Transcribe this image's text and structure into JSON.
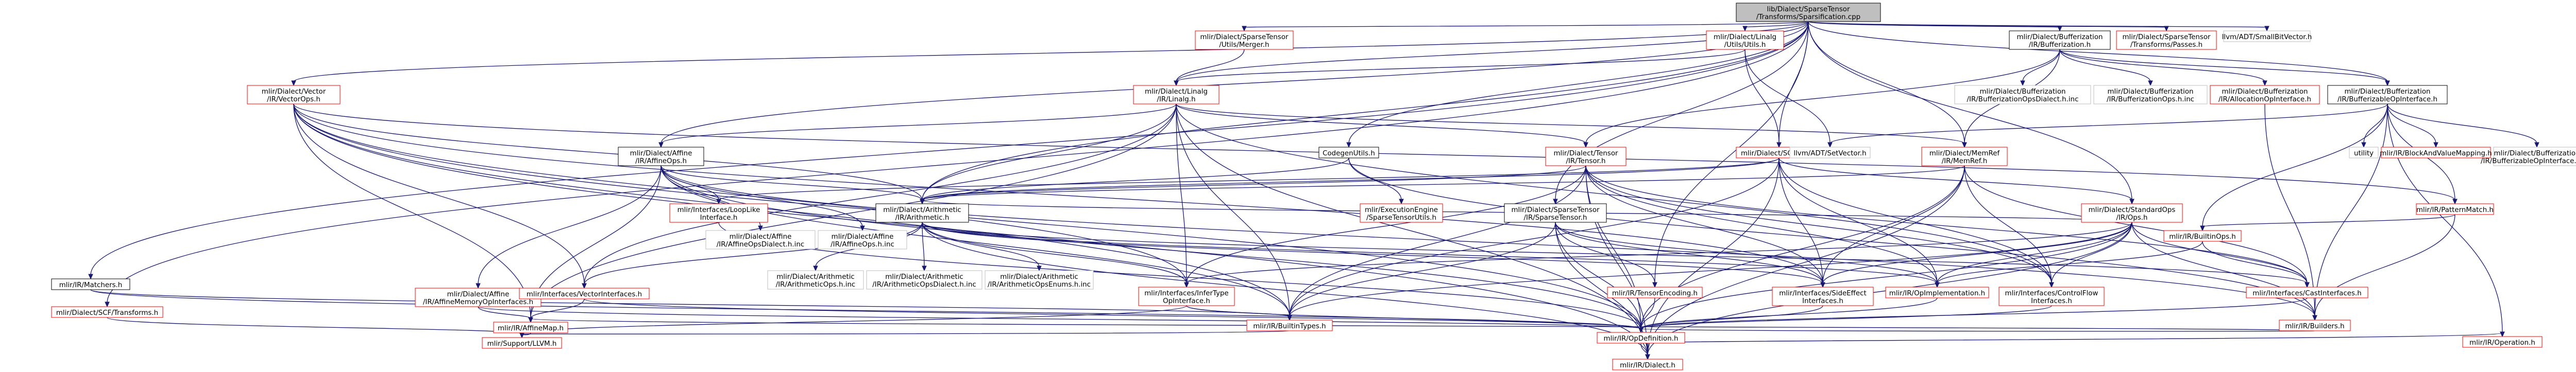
{
  "colors": {
    "node_fill": "#ffffff",
    "root_fill": "#bfbfbf",
    "border_default": "#000000",
    "border_linked": "#ff0000",
    "border_plain": "#bfbfbf",
    "text_default": "#000000",
    "edge": "#191970"
  },
  "nodes": [
    {
      "id": "root",
      "lines": [
        "lib/Dialect/SparseTensor",
        "/Transforms/Sparsification.cpp"
      ],
      "style": "root"
    },
    {
      "id": "matchers",
      "lines": [
        "mlir/IR/Matchers.h"
      ],
      "style": "default"
    },
    {
      "id": "scf-transforms",
      "lines": [
        "mlir/Dialect/SCF/Transforms.h"
      ],
      "style": "linked"
    },
    {
      "id": "vector-ops",
      "lines": [
        "mlir/Dialect/Vector",
        "/IR/VectorOps.h"
      ],
      "style": "linked"
    },
    {
      "id": "affine-ops",
      "lines": [
        "mlir/Dialect/Affine",
        "/IR/AffineOps.h"
      ],
      "style": "default"
    },
    {
      "id": "affine-ops-dialect-inc",
      "lines": [
        "mlir/Dialect/Affine",
        "/IR/AffineOpsDialect.h.inc"
      ],
      "style": "plain"
    },
    {
      "id": "affine-ops-inc",
      "lines": [
        "mlir/Dialect/Affine",
        "/IR/AffineOps.h.inc"
      ],
      "style": "plain"
    },
    {
      "id": "affine-memory-op-interfaces",
      "lines": [
        "mlir/Dialect/Affine",
        "/IR/AffineMemoryOpInterfaces.h"
      ],
      "style": "linked"
    },
    {
      "id": "affine-map",
      "lines": [
        "mlir/IR/AffineMap.h"
      ],
      "style": "linked"
    },
    {
      "id": "support-llvm",
      "lines": [
        "mlir/Support/LLVM.h"
      ],
      "style": "linked"
    },
    {
      "id": "sparse-tensor-merger",
      "lines": [
        "mlir/Dialect/SparseTensor",
        "/Utils/Merger.h"
      ],
      "style": "linked"
    },
    {
      "id": "linalg",
      "lines": [
        "mlir/Dialect/Linalg",
        "/IR/Linalg.h"
      ],
      "style": "linked"
    },
    {
      "id": "loop-like-interface",
      "lines": [
        "mlir/Interfaces/LoopLike",
        "Interface.h"
      ],
      "style": "linked"
    },
    {
      "id": "vector-interfaces",
      "lines": [
        "mlir/Interfaces/VectorInterfaces.h"
      ],
      "style": "linked"
    },
    {
      "id": "arithmetic",
      "lines": [
        "mlir/Dialect/Arithmetic",
        "/IR/Arithmetic.h"
      ],
      "style": "default"
    },
    {
      "id": "arith-ops-inc",
      "lines": [
        "mlir/Dialect/Arithmetic",
        "/IR/ArithmeticOps.h.inc"
      ],
      "style": "plain"
    },
    {
      "id": "arith-ops-dialect-inc",
      "lines": [
        "mlir/Dialect/Arithmetic",
        "/IR/ArithmeticOpsDialect.h.inc"
      ],
      "style": "plain"
    },
    {
      "id": "arith-ops-enums-inc",
      "lines": [
        "mlir/Dialect/Arithmetic",
        "/IR/ArithmeticOpsEnums.h.inc"
      ],
      "style": "plain"
    },
    {
      "id": "infer-type-op-interface",
      "lines": [
        "mlir/Interfaces/InferType",
        "OpInterface.h"
      ],
      "style": "linked"
    },
    {
      "id": "builtin-types",
      "lines": [
        "mlir/IR/BuiltinTypes.h"
      ],
      "style": "linked"
    },
    {
      "id": "codegen-utils",
      "lines": [
        "CodegenUtils.h"
      ],
      "style": "default"
    },
    {
      "id": "execution-engine",
      "lines": [
        "mlir/ExecutionEngine",
        "/SparseTensorUtils.h"
      ],
      "style": "linked"
    },
    {
      "id": "tensor",
      "lines": [
        "mlir/Dialect/Tensor",
        "/IR/Tensor.h"
      ],
      "style": "linked"
    },
    {
      "id": "sparse-tensor",
      "lines": [
        "mlir/Dialect/SparseTensor",
        "/IR/SparseTensor.h"
      ],
      "style": "default"
    },
    {
      "id": "tensor-encoding",
      "lines": [
        "mlir/IR/TensorEncoding.h"
      ],
      "style": "linked"
    },
    {
      "id": "op-definition",
      "lines": [
        "mlir/IR/OpDefinition.h"
      ],
      "style": "linked"
    },
    {
      "id": "dialect",
      "lines": [
        "mlir/IR/Dialect.h"
      ],
      "style": "linked"
    },
    {
      "id": "linalg-utils",
      "lines": [
        "mlir/Dialect/Linalg",
        "/Utils/Utils.h"
      ],
      "style": "linked"
    },
    {
      "id": "scf",
      "lines": [
        "mlir/Dialect/SCF/SCF.h"
      ],
      "style": "linked"
    },
    {
      "id": "side-effect-interfaces",
      "lines": [
        "mlir/Interfaces/SideEffect",
        "Interfaces.h"
      ],
      "style": "linked"
    },
    {
      "id": "op-implementation",
      "lines": [
        "mlir/IR/OpImplementation.h"
      ],
      "style": "linked"
    },
    {
      "id": "memref",
      "lines": [
        "mlir/Dialect/MemRef",
        "/IR/MemRef.h"
      ],
      "style": "linked"
    },
    {
      "id": "llvm-set-vector",
      "lines": [
        "llvm/ADT/SetVector.h"
      ],
      "style": "plain"
    },
    {
      "id": "standard-ops",
      "lines": [
        "mlir/Dialect/StandardOps",
        "/IR/Ops.h"
      ],
      "style": "linked"
    },
    {
      "id": "control-flow-interfaces",
      "lines": [
        "mlir/Interfaces/ControlFlow",
        "Interfaces.h"
      ],
      "style": "linked"
    },
    {
      "id": "builtin-ops",
      "lines": [
        "mlir/IR/BuiltinOps.h"
      ],
      "style": "linked"
    },
    {
      "id": "cast-interfaces",
      "lines": [
        "mlir/Interfaces/CastInterfaces.h"
      ],
      "style": "linked"
    },
    {
      "id": "builders",
      "lines": [
        "mlir/IR/Builders.h"
      ],
      "style": "linked"
    },
    {
      "id": "bufferization",
      "lines": [
        "mlir/Dialect/Bufferization",
        "/IR/Bufferization.h"
      ],
      "style": "default"
    },
    {
      "id": "bufferization-ops-dialect-inc",
      "lines": [
        "mlir/Dialect/Bufferization",
        "/IR/BufferizationOpsDialect.h.inc"
      ],
      "style": "plain"
    },
    {
      "id": "bufferization-ops-inc",
      "lines": [
        "mlir/Dialect/Bufferization",
        "/IR/BufferizationOps.h.inc"
      ],
      "style": "plain"
    },
    {
      "id": "allocation-op-interface",
      "lines": [
        "mlir/Dialect/Bufferization",
        "/IR/AllocationOpInterface.h"
      ],
      "style": "linked"
    },
    {
      "id": "bufferizable-op-interface",
      "lines": [
        "mlir/Dialect/Bufferization",
        "/IR/BufferizableOpInterface.h"
      ],
      "style": "default"
    },
    {
      "id": "utility",
      "lines": [
        "utility"
      ],
      "style": "plain"
    },
    {
      "id": "block-and-value-mapping",
      "lines": [
        "mlir/IR/BlockAndValueMapping.h"
      ],
      "style": "linked"
    },
    {
      "id": "bufferizable-op-interface-inc",
      "lines": [
        "mlir/Dialect/Bufferization",
        "/IR/BufferizableOpInterface.h.inc"
      ],
      "style": "plain"
    },
    {
      "id": "pattern-match",
      "lines": [
        "mlir/IR/PatternMatch.h"
      ],
      "style": "linked"
    },
    {
      "id": "operation",
      "lines": [
        "mlir/IR/Operation.h"
      ],
      "style": "linked"
    },
    {
      "id": "sparse-tensor-passes",
      "lines": [
        "mlir/Dialect/SparseTensor",
        "/Transforms/Passes.h"
      ],
      "style": "linked"
    },
    {
      "id": "small-bit-vector",
      "lines": [
        "llvm/ADT/SmallBitVector.h"
      ],
      "style": "plain"
    }
  ],
  "edges": [
    [
      "root",
      "matchers"
    ],
    [
      "root",
      "scf-transforms"
    ],
    [
      "root",
      "vector-ops"
    ],
    [
      "root",
      "affine-ops"
    ],
    [
      "root",
      "sparse-tensor-merger"
    ],
    [
      "root",
      "linalg"
    ],
    [
      "root",
      "arithmetic"
    ],
    [
      "root",
      "codegen-utils"
    ],
    [
      "root",
      "sparse-tensor"
    ],
    [
      "root",
      "tensor-encoding"
    ],
    [
      "root",
      "linalg-utils"
    ],
    [
      "root",
      "scf"
    ],
    [
      "root",
      "memref"
    ],
    [
      "root",
      "standard-ops"
    ],
    [
      "root",
      "bufferization"
    ],
    [
      "root",
      "bufferizable-op-interface"
    ],
    [
      "root",
      "sparse-tensor-passes"
    ],
    [
      "root",
      "small-bit-vector"
    ],
    [
      "matchers",
      "builtin-types"
    ],
    [
      "matchers",
      "op-definition"
    ],
    [
      "scf-transforms",
      "support-llvm"
    ],
    [
      "vector-ops",
      "affine-map"
    ],
    [
      "vector-ops",
      "vector-interfaces"
    ],
    [
      "vector-ops",
      "arithmetic"
    ],
    [
      "vector-ops",
      "infer-type-op-interface"
    ],
    [
      "vector-ops",
      "side-effect-interfaces"
    ],
    [
      "vector-ops",
      "builtin-types"
    ],
    [
      "vector-ops",
      "dialect"
    ],
    [
      "vector-ops",
      "op-definition"
    ],
    [
      "vector-ops",
      "pattern-match"
    ],
    [
      "affine-ops",
      "affine-ops-dialect-inc"
    ],
    [
      "affine-ops",
      "affine-ops-inc"
    ],
    [
      "affine-ops",
      "affine-memory-op-interfaces"
    ],
    [
      "affine-ops",
      "affine-map"
    ],
    [
      "affine-ops",
      "loop-like-interface"
    ],
    [
      "affine-ops",
      "arithmetic"
    ],
    [
      "affine-ops",
      "builders"
    ],
    [
      "affine-ops",
      "op-definition"
    ],
    [
      "affine-ops",
      "builtin-types"
    ],
    [
      "affine-memory-op-interfaces",
      "affine-map"
    ],
    [
      "affine-memory-op-interfaces",
      "op-definition"
    ],
    [
      "affine-map",
      "support-llvm"
    ],
    [
      "sparse-tensor-merger",
      "linalg"
    ],
    [
      "linalg",
      "affine-ops"
    ],
    [
      "linalg",
      "arithmetic"
    ],
    [
      "linalg",
      "tensor"
    ],
    [
      "linalg",
      "memref"
    ],
    [
      "linalg",
      "vector-interfaces"
    ],
    [
      "linalg",
      "infer-type-op-interface"
    ],
    [
      "linalg",
      "affine-map"
    ],
    [
      "linalg",
      "builtin-types"
    ],
    [
      "linalg",
      "dialect"
    ],
    [
      "linalg",
      "control-flow-interfaces"
    ],
    [
      "loop-like-interface",
      "op-definition"
    ],
    [
      "vector-interfaces",
      "affine-map"
    ],
    [
      "vector-interfaces",
      "op-definition"
    ],
    [
      "arithmetic",
      "arith-ops-inc"
    ],
    [
      "arithmetic",
      "arith-ops-dialect-inc"
    ],
    [
      "arithmetic",
      "arith-ops-enums-inc"
    ],
    [
      "arithmetic",
      "infer-type-op-interface"
    ],
    [
      "arithmetic",
      "vector-interfaces"
    ],
    [
      "arithmetic",
      "side-effect-interfaces"
    ],
    [
      "arithmetic",
      "cast-interfaces"
    ],
    [
      "arithmetic",
      "op-implementation"
    ],
    [
      "arithmetic",
      "dialect"
    ],
    [
      "infer-type-op-interface",
      "builtin-types"
    ],
    [
      "infer-type-op-interface",
      "op-definition"
    ],
    [
      "infer-type-op-interface",
      "support-llvm"
    ],
    [
      "builtin-types",
      "support-llvm"
    ],
    [
      "codegen-utils",
      "arithmetic"
    ],
    [
      "codegen-utils",
      "execution-engine"
    ],
    [
      "codegen-utils",
      "builders"
    ],
    [
      "tensor",
      "arithmetic"
    ],
    [
      "tensor",
      "infer-type-op-interface"
    ],
    [
      "tensor",
      "side-effect-interfaces"
    ],
    [
      "tensor",
      "op-implementation"
    ],
    [
      "tensor",
      "control-flow-interfaces"
    ],
    [
      "tensor",
      "cast-interfaces"
    ],
    [
      "tensor",
      "builtin-types"
    ],
    [
      "tensor",
      "dialect"
    ],
    [
      "tensor",
      "op-definition"
    ],
    [
      "sparse-tensor",
      "tensor-encoding"
    ],
    [
      "sparse-tensor",
      "side-effect-interfaces"
    ],
    [
      "sparse-tensor",
      "op-implementation"
    ],
    [
      "sparse-tensor",
      "builtin-types"
    ],
    [
      "sparse-tensor",
      "op-definition"
    ],
    [
      "sparse-tensor",
      "dialect"
    ],
    [
      "tensor-encoding",
      "op-definition"
    ],
    [
      "op-definition",
      "dialect"
    ],
    [
      "op-definition",
      "operation"
    ],
    [
      "linalg-utils",
      "scf"
    ],
    [
      "linalg-utils",
      "linalg"
    ],
    [
      "linalg-utils",
      "llvm-set-vector"
    ],
    [
      "scf",
      "arithmetic"
    ],
    [
      "scf",
      "loop-like-interface"
    ],
    [
      "scf",
      "control-flow-interfaces"
    ],
    [
      "scf",
      "side-effect-interfaces"
    ],
    [
      "scf",
      "builtin-types"
    ],
    [
      "scf",
      "op-implementation"
    ],
    [
      "scf",
      "standard-ops"
    ],
    [
      "scf",
      "dialect"
    ],
    [
      "side-effect-interfaces",
      "op-definition"
    ],
    [
      "op-implementation",
      "op-definition"
    ],
    [
      "memref",
      "arithmetic"
    ],
    [
      "memref",
      "side-effect-interfaces"
    ],
    [
      "memref",
      "control-flow-interfaces"
    ],
    [
      "memref",
      "cast-interfaces"
    ],
    [
      "memref",
      "op-definition"
    ],
    [
      "memref",
      "dialect"
    ],
    [
      "standard-ops",
      "arithmetic"
    ],
    [
      "standard-ops",
      "control-flow-interfaces"
    ],
    [
      "standard-ops",
      "infer-type-op-interface"
    ],
    [
      "standard-ops",
      "side-effect-interfaces"
    ],
    [
      "standard-ops",
      "op-implementation"
    ],
    [
      "standard-ops",
      "cast-interfaces"
    ],
    [
      "standard-ops",
      "builders"
    ],
    [
      "standard-ops",
      "builtin-types"
    ],
    [
      "standard-ops",
      "dialect"
    ],
    [
      "standard-ops",
      "op-definition"
    ],
    [
      "control-flow-interfaces",
      "op-definition"
    ],
    [
      "builtin-ops",
      "op-implementation"
    ],
    [
      "builtin-ops",
      "cast-interfaces"
    ],
    [
      "cast-interfaces",
      "op-definition"
    ],
    [
      "builders",
      "op-definition"
    ],
    [
      "builders",
      "affine-map"
    ],
    [
      "bufferization",
      "bufferization-ops-dialect-inc"
    ],
    [
      "bufferization",
      "bufferization-ops-inc"
    ],
    [
      "bufferization",
      "allocation-op-interface"
    ],
    [
      "bufferization",
      "bufferizable-op-interface"
    ],
    [
      "bufferization",
      "tensor"
    ],
    [
      "bufferization",
      "memref"
    ],
    [
      "allocation-op-interface",
      "builders"
    ],
    [
      "bufferizable-op-interface",
      "bufferizable-op-interface-inc"
    ],
    [
      "bufferizable-op-interface",
      "block-and-value-mapping"
    ],
    [
      "bufferizable-op-interface",
      "utility"
    ],
    [
      "bufferizable-op-interface",
      "pattern-match"
    ],
    [
      "bufferizable-op-interface",
      "builtin-ops"
    ],
    [
      "bufferizable-op-interface",
      "operation"
    ],
    [
      "bufferizable-op-interface",
      "builders"
    ],
    [
      "bufferizable-op-interface",
      "llvm-set-vector"
    ],
    [
      "pattern-match",
      "builders"
    ],
    [
      "pattern-match",
      "builtin-ops"
    ]
  ]
}
